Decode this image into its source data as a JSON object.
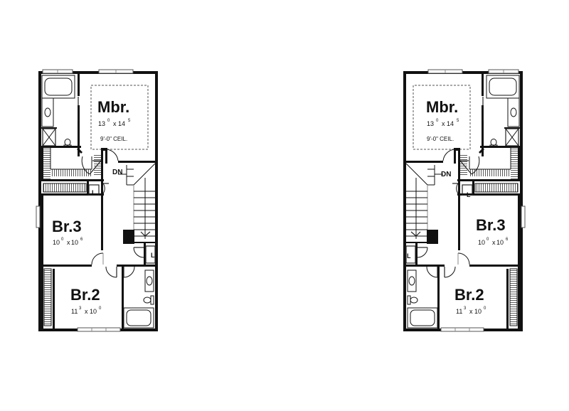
{
  "plans": [
    {
      "id": "left",
      "orientation": "normal",
      "rooms": {
        "master": {
          "name": "Mbr.",
          "dim_a": "13",
          "dim_a_sup": "0",
          "dim_x": "x",
          "dim_b": "14",
          "dim_b_sup": "5",
          "ceiling": "9'-0\" CEIL."
        },
        "bed3": {
          "name": "Br.3",
          "dim_a": "10",
          "dim_a_sup": "0",
          "dim_x": "x",
          "dim_b": "10",
          "dim_b_sup": "6"
        },
        "bed2": {
          "name": "Br.2",
          "dim_a": "11",
          "dim_a_sup": "3",
          "dim_x": "x",
          "dim_b": "10",
          "dim_b_sup": "0"
        }
      },
      "stair_label": "DN",
      "linen_labels": [
        "L",
        "L"
      ]
    },
    {
      "id": "right",
      "orientation": "mirrored",
      "rooms": {
        "master": {
          "name": "Mbr.",
          "dim_a": "13",
          "dim_a_sup": "0",
          "dim_x": "x",
          "dim_b": "14",
          "dim_b_sup": "5",
          "ceiling": "9'-0\" CEIL."
        },
        "bed3": {
          "name": "Br.3",
          "dim_a": "10",
          "dim_a_sup": "0",
          "dim_x": "x",
          "dim_b": "10",
          "dim_b_sup": "6"
        },
        "bed2": {
          "name": "Br.2",
          "dim_a": "11",
          "dim_a_sup": "3",
          "dim_x": "x",
          "dim_b": "10",
          "dim_b_sup": "0"
        }
      },
      "stair_label": "DN",
      "linen_labels": [
        "L",
        "L"
      ]
    }
  ],
  "colors": {
    "wall": "#111111",
    "background": "#ffffff"
  }
}
